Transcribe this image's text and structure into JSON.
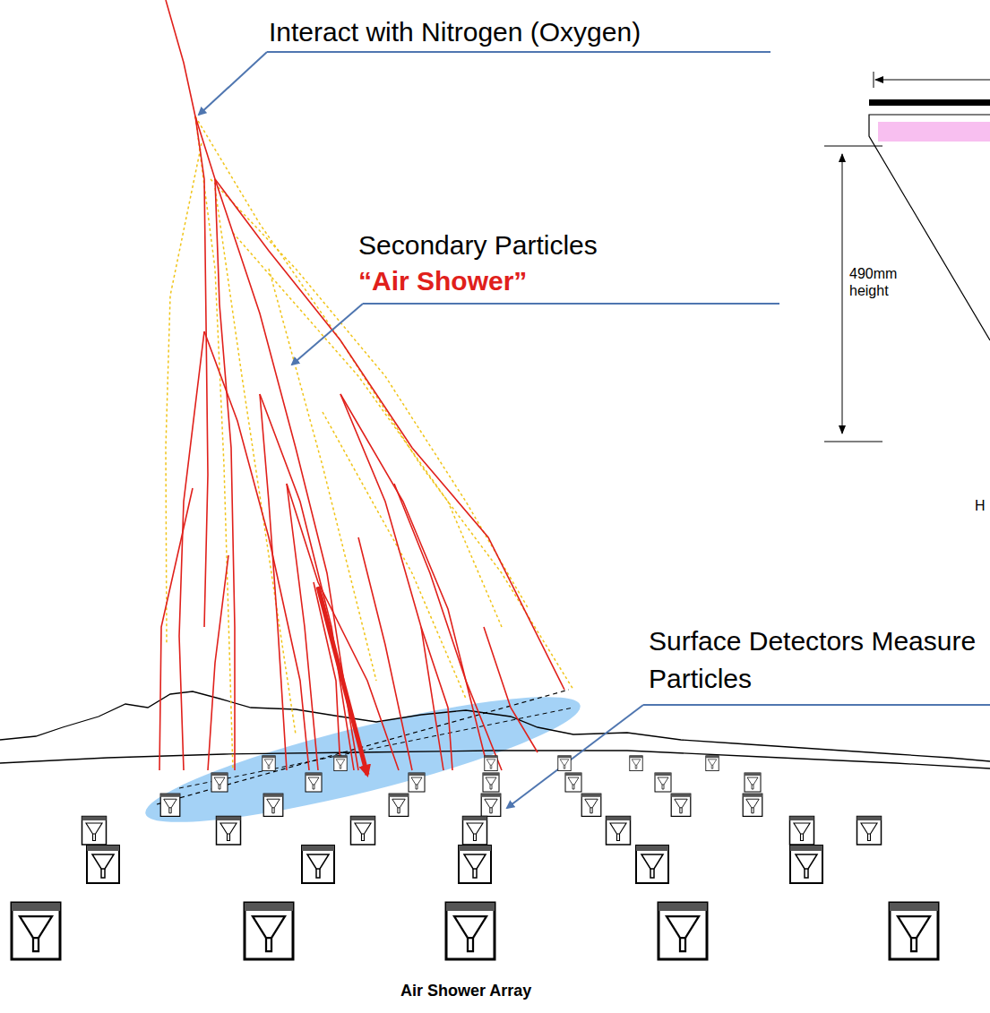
{
  "diagram": {
    "labels": [
      "Interact with Nitrogen (Oxygen)",
      "Secondary Particles",
      "“Air Shower”",
      "Surface Detectors Measure Particles",
      "490mm height",
      "H",
      "Air Shower Array"
    ]
  }
}
